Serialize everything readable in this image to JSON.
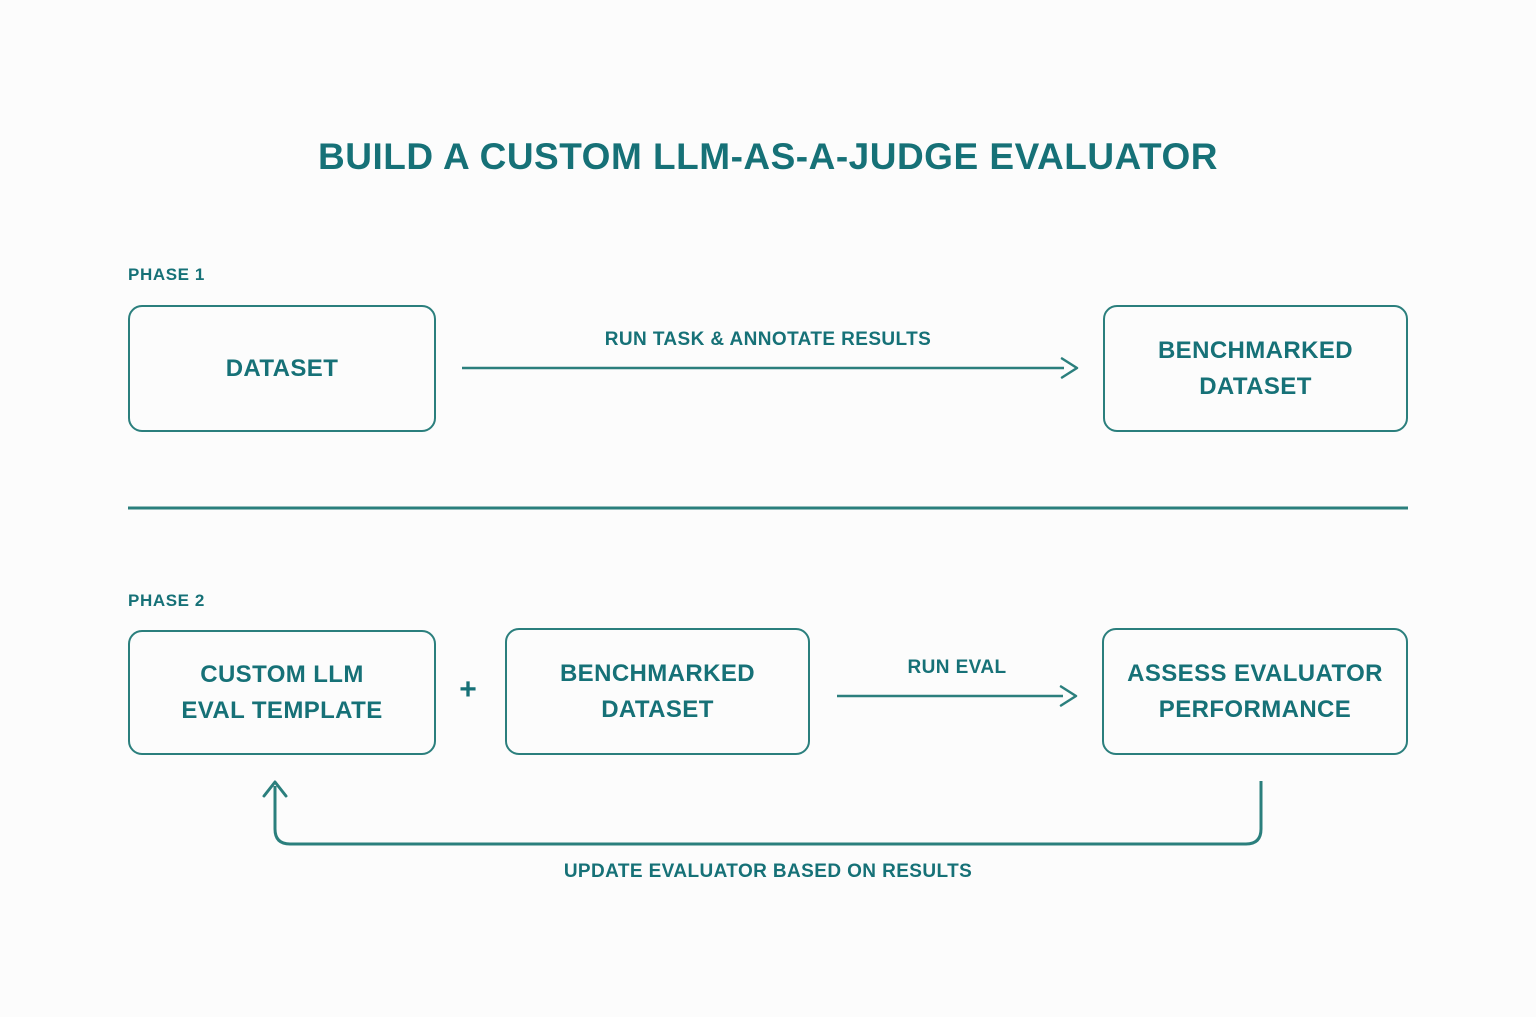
{
  "title": "BUILD A CUSTOM LLM-AS-A-JUDGE EVALUATOR",
  "colors": {
    "accent_text": "#167177",
    "stroke": "#2b7f7d",
    "bg": "#fcfcfc"
  },
  "phase1": {
    "label": "PHASE 1",
    "dataset_node": "DATASET",
    "arrow_label": "RUN TASK & ANNOTATE RESULTS",
    "benchmarked_node": "BENCHMARKED\nDATASET"
  },
  "phase2": {
    "label": "PHASE 2",
    "template_node": "CUSTOM LLM\nEVAL TEMPLATE",
    "plus_sign": "+",
    "benchmarked_node": "BENCHMARKED\nDATASET",
    "arrow_label": "RUN EVAL",
    "assess_node": "ASSESS EVALUATOR\nPERFORMANCE",
    "loop_label": "UPDATE EVALUATOR BASED ON RESULTS"
  }
}
